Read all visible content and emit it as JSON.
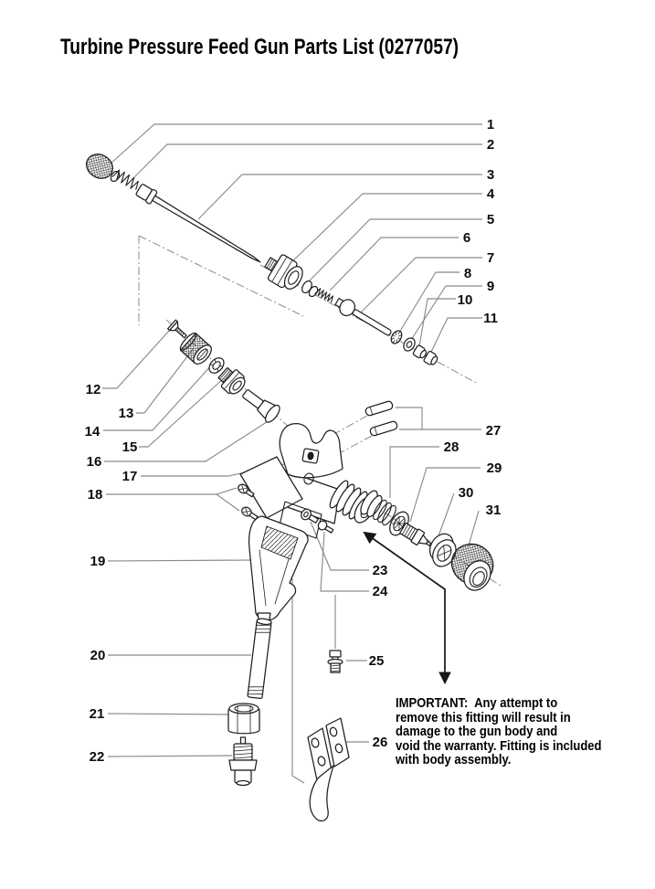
{
  "title": "Turbine Pressure Feed Gun Parts List (0277057)",
  "callouts": [
    "1",
    "2",
    "3",
    "4",
    "5",
    "6",
    "7",
    "8",
    "9",
    "10",
    "11",
    "12",
    "13",
    "14",
    "15",
    "16",
    "17",
    "18",
    "19",
    "20",
    "21",
    "22",
    "23",
    "24",
    "25",
    "26",
    "27",
    "28",
    "29",
    "30",
    "31"
  ],
  "note": {
    "lines": [
      "IMPORTANT:  Any attempt to",
      "remove this fitting will result in",
      "damage to the gun body and",
      "void the warranty. Fitting is included",
      "with body assembly."
    ]
  },
  "colors": {
    "ink": "#1f1f1f",
    "leader_gray": "#8b8b8b",
    "text": "#0d0d0d",
    "paper": "#ffffff"
  }
}
